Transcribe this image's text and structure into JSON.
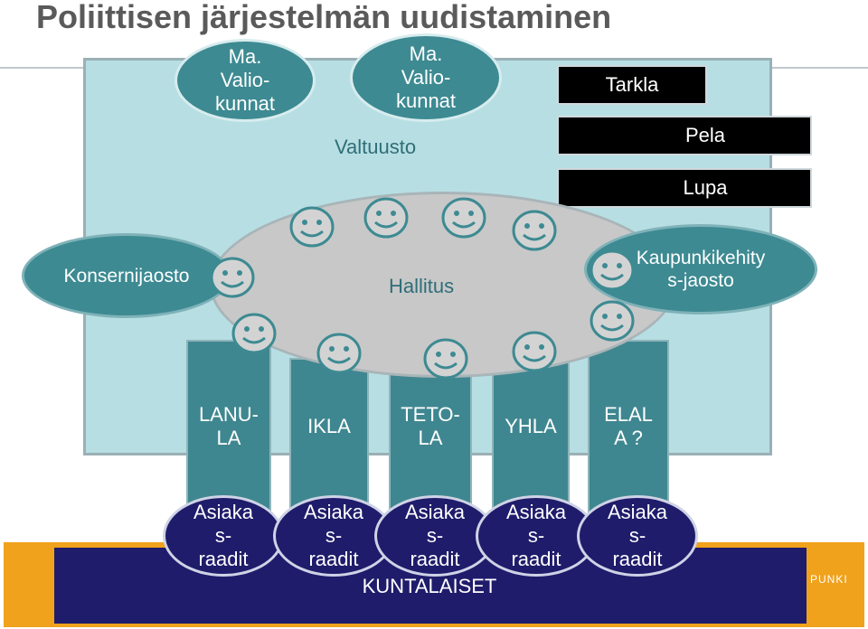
{
  "title": "Poliittisen järjestelmän uudistaminen",
  "valtuusto": {
    "label": "Valtuusto"
  },
  "committees_top": [
    {
      "label": "Ma.\nValio-\nkunnat"
    },
    {
      "label": "Ma.\nValio-\nkunnat"
    }
  ],
  "boards": [
    {
      "label": "Tarkla"
    },
    {
      "label": "Pela"
    },
    {
      "label": "Lupa"
    }
  ],
  "hallitus": {
    "label": "Hallitus"
  },
  "side_committees": [
    {
      "label": "Konsernijaosto"
    },
    {
      "label": "Kaupunkikehity\ns-jaosto"
    }
  ],
  "pillars": [
    {
      "label": "LANU-\nLA"
    },
    {
      "label": "IKLA"
    },
    {
      "label": "TETO-\nLA"
    },
    {
      "label": "YHLA"
    },
    {
      "label": "ELAL\nA ?"
    }
  ],
  "customer_councils": [
    {
      "label": "Asiaka\ns-\nraadit"
    },
    {
      "label": "Asiaka\ns-\nraadit"
    },
    {
      "label": "Asiaka\ns-\nraadit"
    },
    {
      "label": "Asiaka\ns-\nraadit"
    },
    {
      "label": "Asiaka\ns-\nraadit"
    }
  ],
  "kuntalaiset": {
    "label": "KUNTALAISET"
  },
  "brand": {
    "label": "PUNKI"
  },
  "colors": {
    "teal": "#3d8a92",
    "light_teal": "#b7dfe3",
    "navy": "#1f1c6b",
    "orange": "#f0a21c",
    "gray": "#c8c8c8"
  },
  "icons": [
    "smiley-face-icon"
  ]
}
